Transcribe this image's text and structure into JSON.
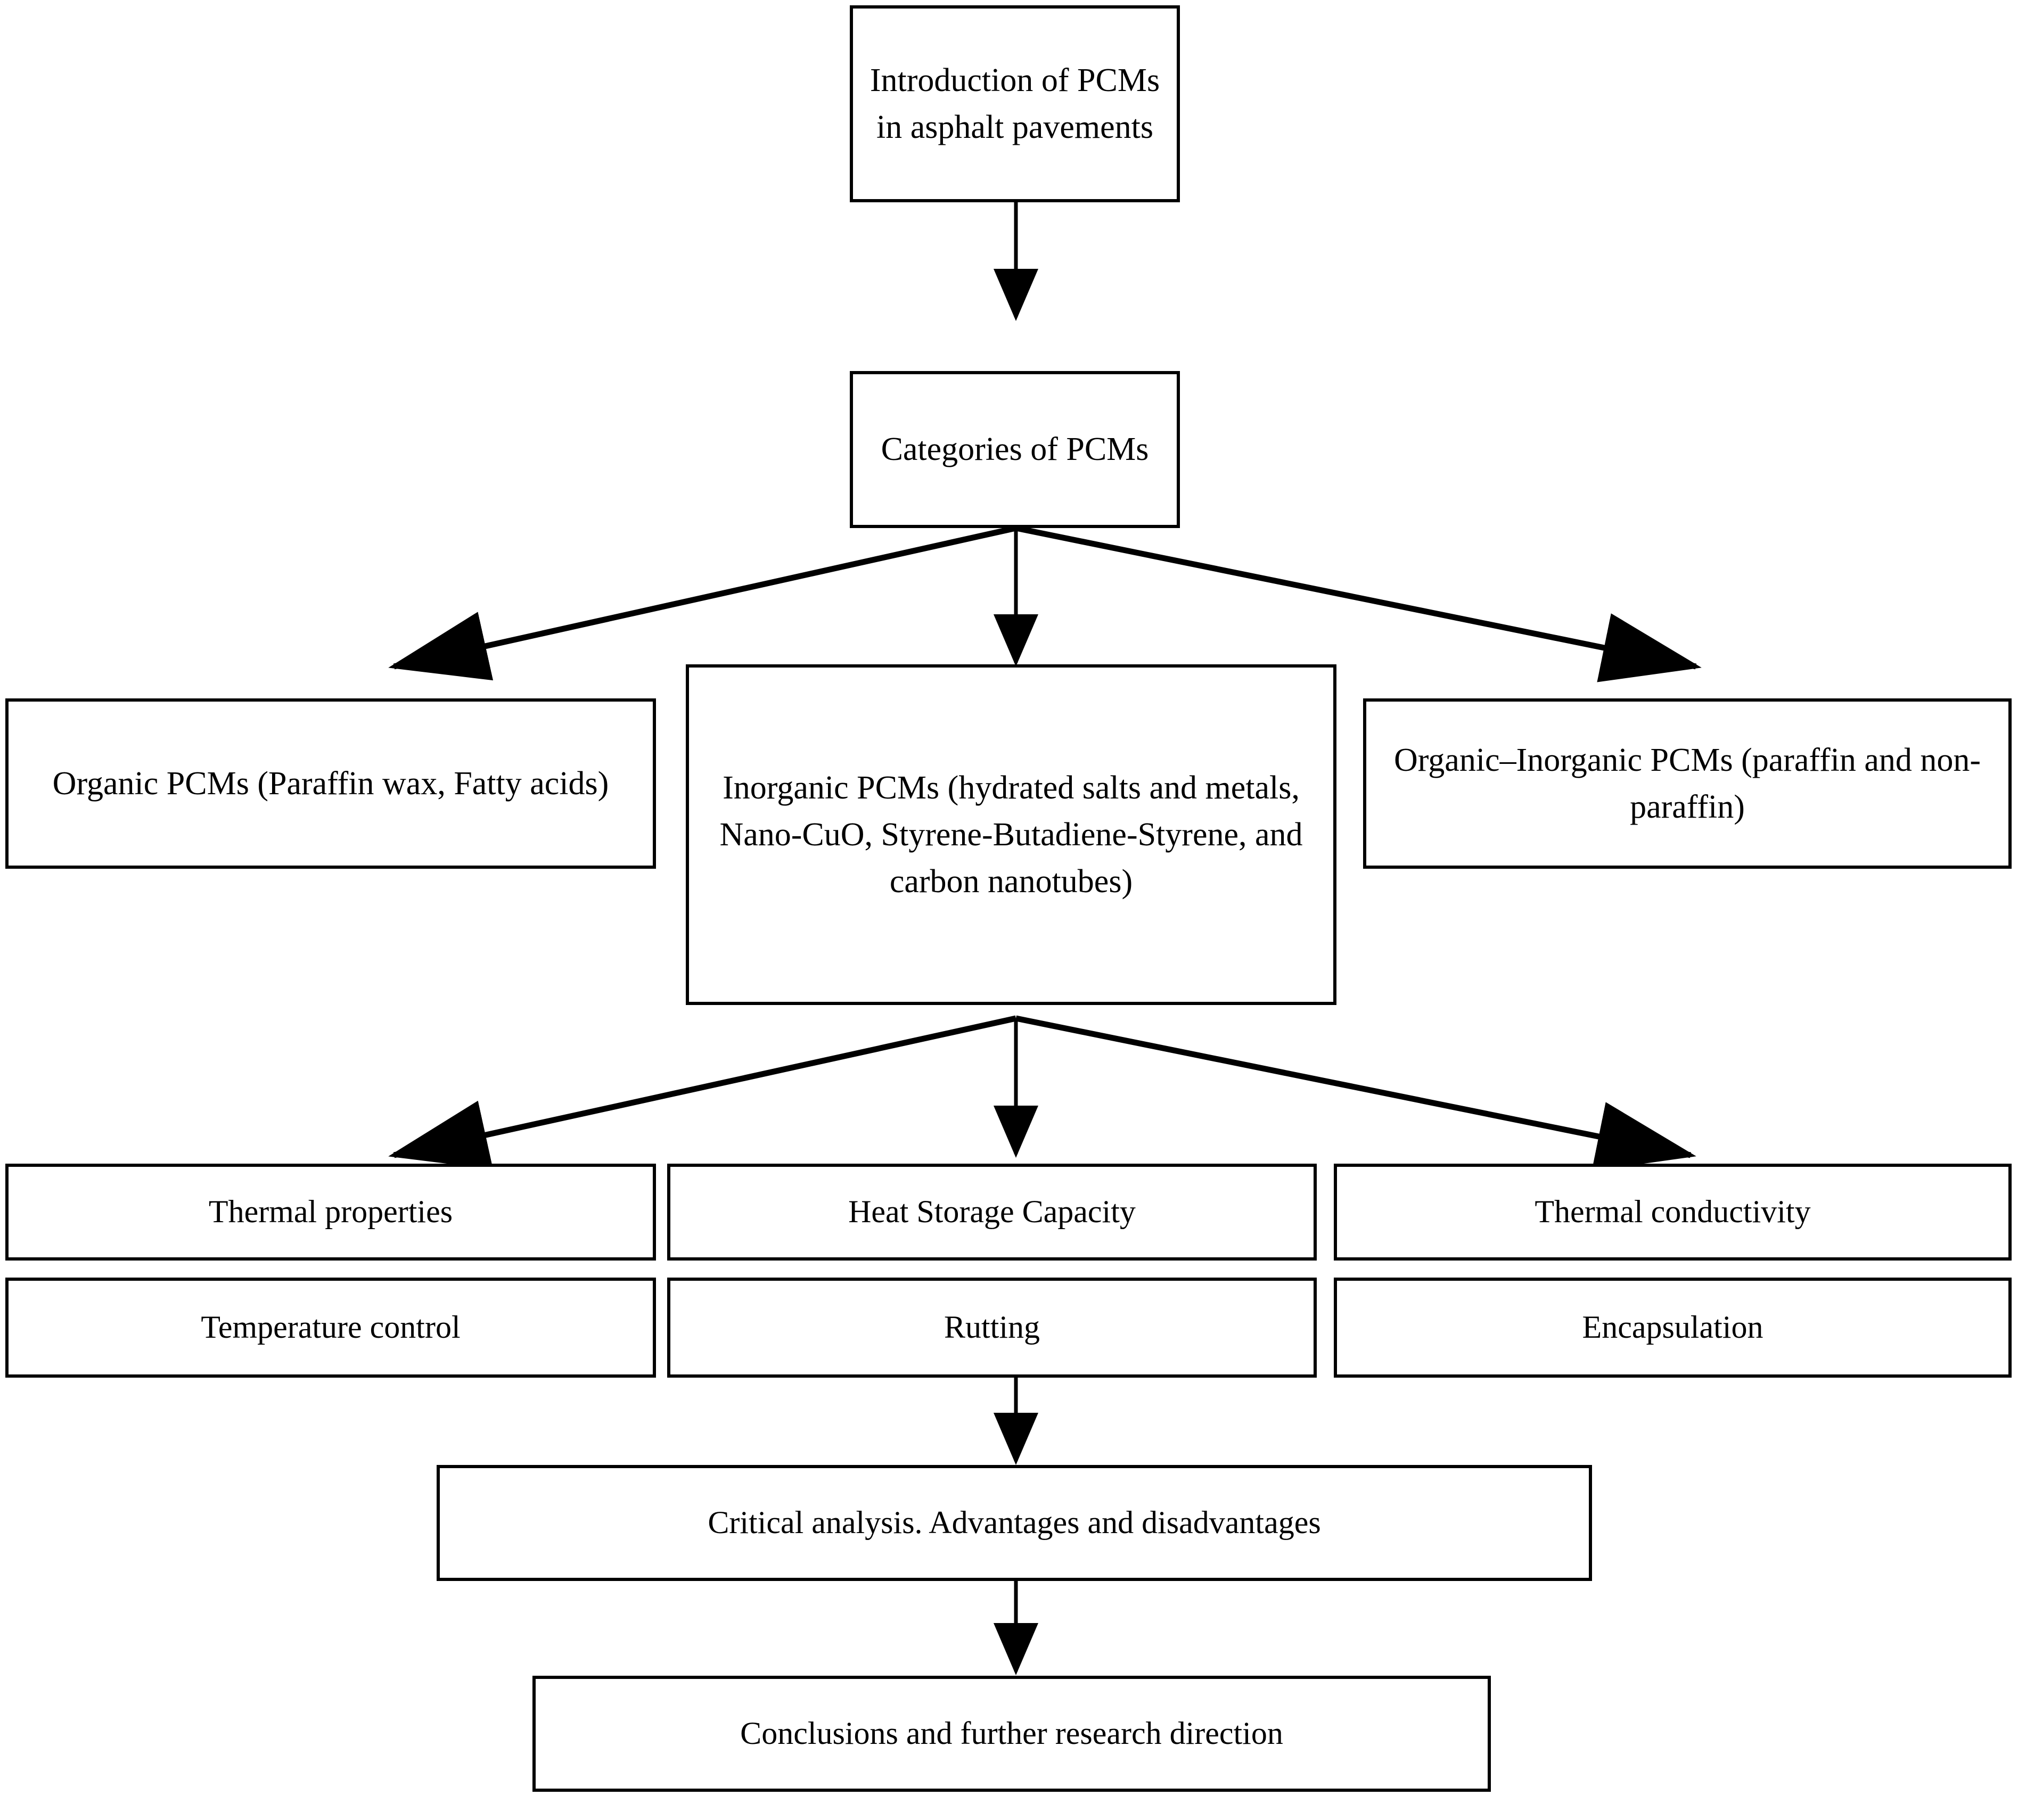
{
  "diagram": {
    "title": "Flowchart: Introduction of PCMs in asphalt pavements",
    "stroke_color": "#000000",
    "background_color": "#ffffff",
    "nodes": {
      "intro": "Introduction of PCMs in asphalt pavements",
      "categories": "Categories of PCMs",
      "organic": "Organic PCMs (Paraffin wax, Fatty acids)",
      "inorganic": "Inorganic PCMs (hydrated salts and metals, Nano-CuO, Styrene-Butadiene-Styrene, and carbon nanotubes)",
      "organic_inorganic": "Organic–Inorganic PCMs (paraffin and non-paraffin)",
      "thermal_properties": "Thermal properties",
      "heat_storage_capacity": "Heat Storage Capacity",
      "thermal_conductivity": "Thermal conductivity",
      "temperature_control": "Temperature control",
      "rutting": "Rutting",
      "encapsulation": "Encapsulation",
      "critical_analysis": "Critical analysis. Advantages and disadvantages",
      "conclusions": "Conclusions and further research direction"
    },
    "edges": [
      {
        "from": "intro",
        "to": "categories",
        "style": "straight-down"
      },
      {
        "from": "categories",
        "to": "organic",
        "style": "branch-left"
      },
      {
        "from": "categories",
        "to": "inorganic",
        "style": "straight-down"
      },
      {
        "from": "categories",
        "to": "organic_inorganic",
        "style": "branch-right"
      },
      {
        "from": "inorganic",
        "to": "thermal_properties",
        "style": "branch-left"
      },
      {
        "from": "inorganic",
        "to": "heat_storage_capacity",
        "style": "straight-down"
      },
      {
        "from": "inorganic",
        "to": "thermal_conductivity",
        "style": "branch-right"
      },
      {
        "from": "rutting",
        "to": "critical_analysis",
        "style": "straight-down"
      },
      {
        "from": "critical_analysis",
        "to": "conclusions",
        "style": "straight-down"
      }
    ]
  }
}
